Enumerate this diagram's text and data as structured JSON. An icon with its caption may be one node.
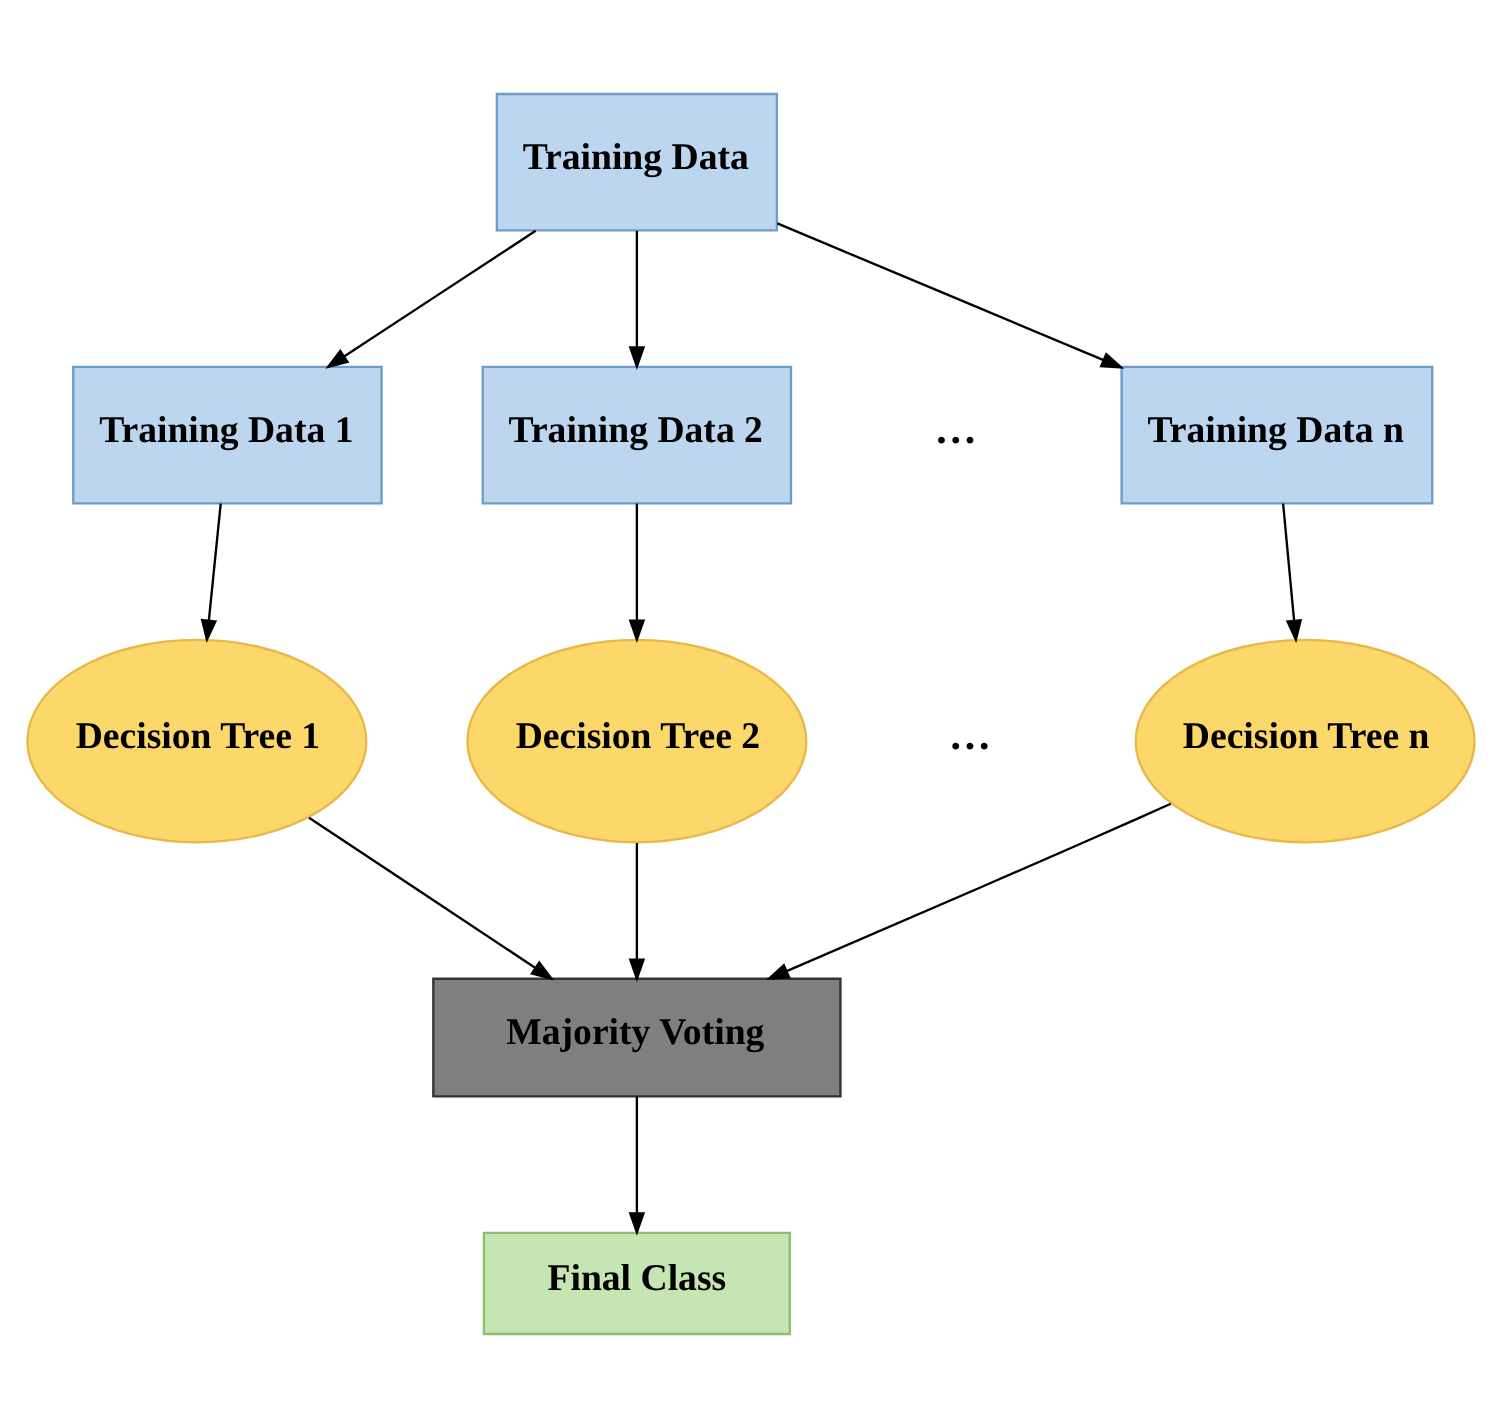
{
  "diagram": {
    "nodes": [
      {
        "text": [
          "Training Data"
        ]
      },
      {
        "text": [
          "Training Data 1"
        ]
      },
      {
        "text": [
          "Training Data 2"
        ]
      },
      {
        "text": [
          "Training Data n"
        ]
      },
      {
        "text": [
          "Decision Tree 1"
        ]
      },
      {
        "text": [
          "Decision Tree 2"
        ]
      },
      {
        "text": [
          "Decision Tree n"
        ]
      },
      {
        "text": [
          "Majority Voting"
        ]
      },
      {
        "text": [
          "Final Class"
        ]
      }
    ],
    "edges": [
      {
        "from": 0,
        "to": 1,
        "arrow": "to"
      },
      {
        "from": 0,
        "to": 2,
        "arrow": "to"
      },
      {
        "from": 0,
        "to": 3,
        "arrow": "to"
      },
      {
        "from": 1,
        "to": 4,
        "arrow": "to"
      },
      {
        "from": 2,
        "to": 5,
        "arrow": "to"
      },
      {
        "from": 3,
        "to": 6,
        "arrow": "to"
      },
      {
        "from": 4,
        "to": 7,
        "arrow": "to"
      },
      {
        "from": 5,
        "to": 7,
        "arrow": "to"
      },
      {
        "from": 6,
        "to": 7,
        "arrow": "to"
      },
      {
        "from": 7,
        "to": 8,
        "arrow": "to"
      }
    ],
    "labels": [
      "…",
      "…"
    ]
  }
}
